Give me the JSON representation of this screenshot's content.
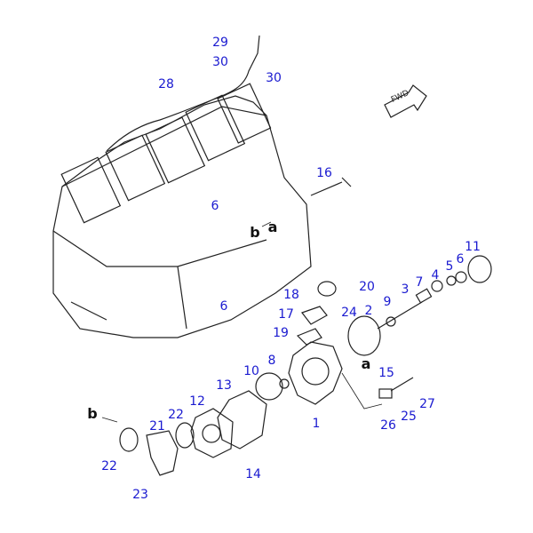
{
  "diagram": {
    "title_mark": "FWD",
    "part_labels": [
      "29",
      "30",
      "30",
      "28",
      "16",
      "6",
      "18",
      "20",
      "17",
      "24",
      "19",
      "2",
      "3",
      "9",
      "7",
      "4",
      "5",
      "6",
      "11",
      "6",
      "8",
      "10",
      "12",
      "13",
      "22",
      "21",
      "15",
      "27",
      "25",
      "26",
      "1",
      "22",
      "14",
      "23"
    ],
    "reference_labels": [
      "a",
      "b",
      "a",
      "b"
    ],
    "colors": {
      "label": "#1a1ad0",
      "line": "#222222"
    }
  }
}
